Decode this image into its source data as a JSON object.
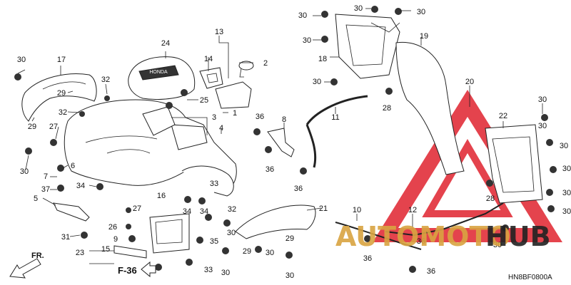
{
  "diagram": {
    "code": "HN8BF0800A",
    "reference": "F-36",
    "front_label": "FR.",
    "callouts": {
      "c1": "1",
      "c2": "2",
      "c3": "3",
      "c4": "4",
      "c5": "5",
      "c6": "6",
      "c7": "7",
      "c8": "8",
      "c9": "9",
      "c10": "10",
      "c11": "11",
      "c12": "12",
      "c13": "13",
      "c14": "14",
      "c15": "15",
      "c16": "16",
      "c17": "17",
      "c18": "18",
      "c19": "19",
      "c20": "20",
      "c21": "21",
      "c22": "22",
      "c23": "23",
      "c24": "24",
      "c25": "25",
      "c26": "26",
      "c27": "27",
      "c28": "28",
      "c29": "29",
      "c30": "30",
      "c31": "31",
      "c32": "32",
      "c33": "33",
      "c34": "34",
      "c35": "35",
      "c36": "36",
      "c37": "37"
    }
  },
  "watermark": {
    "word1": "AUTOMOTO",
    "word2": "HUB",
    "color_red": "#e0232e",
    "color_gold": "#d9a441"
  }
}
